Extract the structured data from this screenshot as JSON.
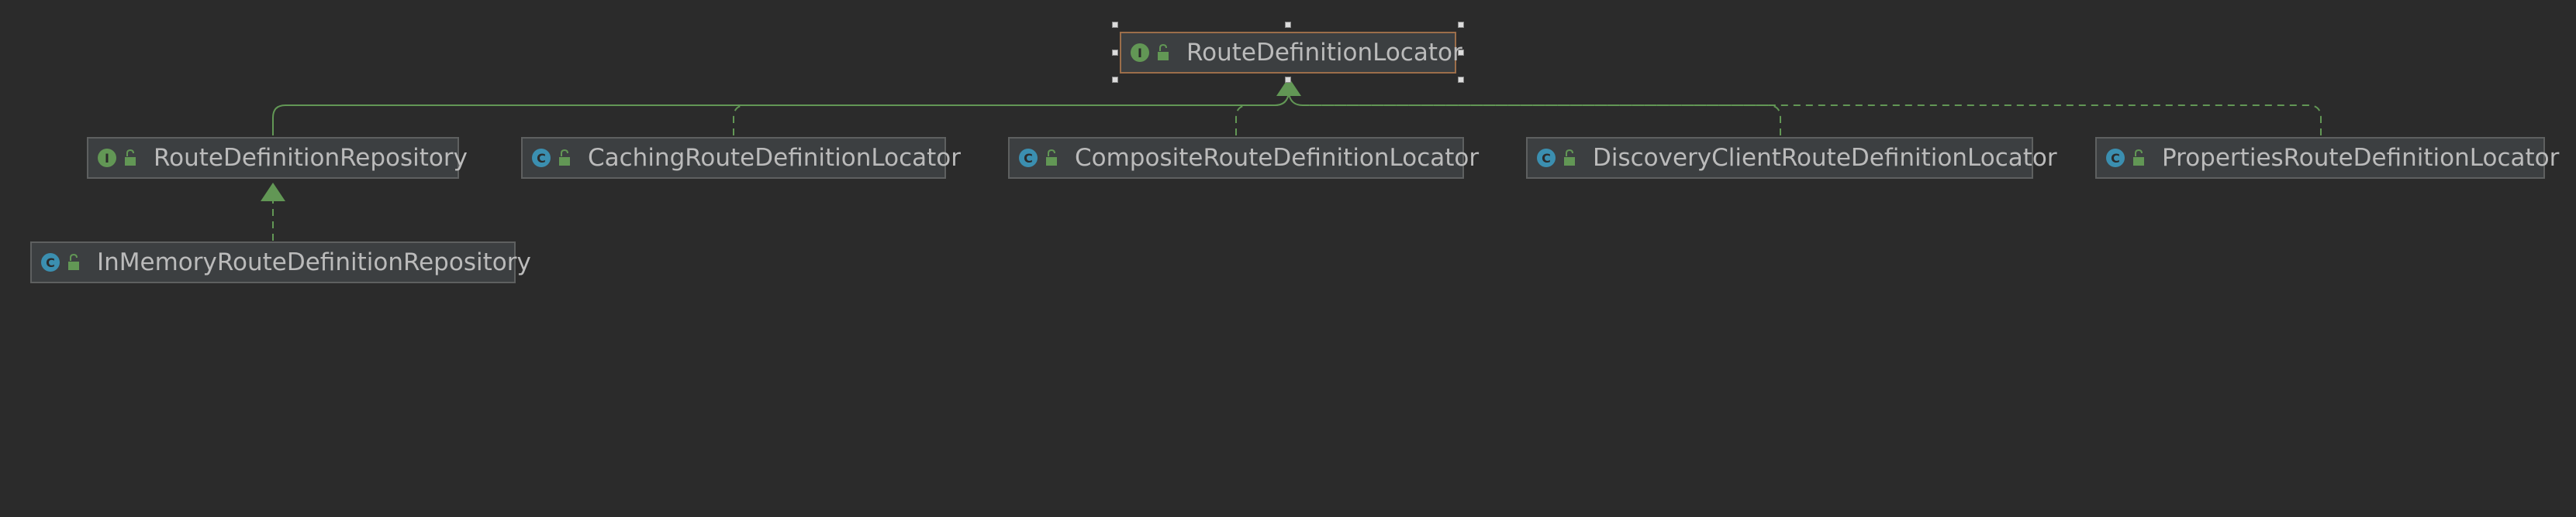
{
  "colors": {
    "background": "#2b2b2b",
    "node_fill": "#3c3f41",
    "node_border": "#5e6060",
    "selected_border": "#9c6e4a",
    "edge": "#629755",
    "interface_badge": "#629755",
    "class_badge": "#3b8fb0",
    "text": "#bbbbbb"
  },
  "nodes": {
    "route_definition_locator": {
      "name": "RouteDefinitionLocator",
      "kind": "interface",
      "badge": "I",
      "icon": "interface-icon",
      "selected": true
    },
    "route_definition_repository": {
      "name": "RouteDefinitionRepository",
      "kind": "interface",
      "badge": "I",
      "icon": "interface-icon"
    },
    "caching_locator": {
      "name": "CachingRouteDefinitionLocator",
      "kind": "class",
      "badge": "C",
      "icon": "class-icon"
    },
    "composite_locator": {
      "name": "CompositeRouteDefinitionLocator",
      "kind": "class",
      "badge": "C",
      "icon": "class-icon"
    },
    "discovery_client_locator": {
      "name": "DiscoveryClientRouteDefinitionLocator",
      "kind": "class",
      "badge": "C",
      "icon": "class-icon"
    },
    "properties_locator": {
      "name": "PropertiesRouteDefinitionLocator",
      "kind": "class",
      "badge": "C",
      "icon": "class-icon"
    },
    "in_memory_repository": {
      "name": "InMemoryRouteDefinitionRepository",
      "kind": "class",
      "badge": "C",
      "icon": "class-icon"
    }
  },
  "edges": [
    {
      "from": "route_definition_repository",
      "to": "route_definition_locator",
      "type": "extends",
      "style": "solid"
    },
    {
      "from": "caching_locator",
      "to": "route_definition_locator",
      "type": "implements",
      "style": "dashed"
    },
    {
      "from": "composite_locator",
      "to": "route_definition_locator",
      "type": "implements",
      "style": "dashed"
    },
    {
      "from": "discovery_client_locator",
      "to": "route_definition_locator",
      "type": "implements",
      "style": "dashed"
    },
    {
      "from": "properties_locator",
      "to": "route_definition_locator",
      "type": "implements",
      "style": "dashed"
    },
    {
      "from": "in_memory_repository",
      "to": "route_definition_repository",
      "type": "implements",
      "style": "dashed"
    }
  ]
}
